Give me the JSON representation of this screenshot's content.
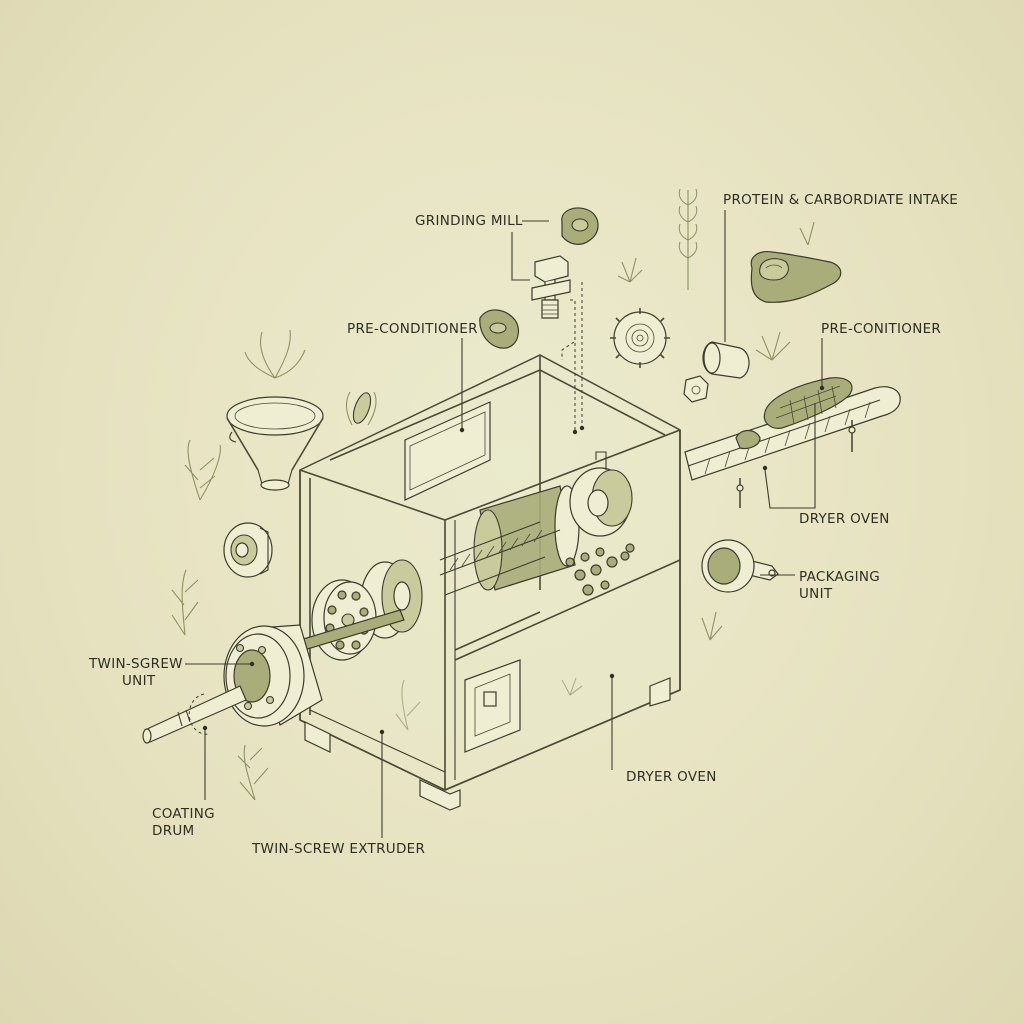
{
  "labels": {
    "grinding_mill": "GRINDING MILL",
    "protein_intake": "PROTEIN & CARBORDIATE INTAKE",
    "pre_conditioner_left": "PRE-CONDITIONER",
    "pre_conditioner_right": "PRE-CONITIONER",
    "dryer_oven_right": "DRYER OVEN",
    "packaging_unit_1": "PACKAGING",
    "packaging_unit_2": "UNIT",
    "twin_screw_unit_1": "TWIN-SGREW",
    "twin_screw_unit_2": "UNIT",
    "coating_drum_1": "COATING",
    "coating_drum_2": "DRUM",
    "twin_screw_extruder": "TWIN-SCREW EXTRUDER",
    "dryer_oven_bottom": "DRYER OVEN"
  },
  "colors": {
    "background": "#e8e4c4",
    "ink": "#3c3c2c",
    "accent_green": "#a9ad7a",
    "leaf_green": "#8d9263"
  },
  "icons": [
    "funnel-icon",
    "flange-icon",
    "gear-icon",
    "meat-icon",
    "corn-icon",
    "wheat-icon",
    "leaf-icon",
    "bolt-icon",
    "conveyor-icon",
    "die-plate-icon"
  ]
}
